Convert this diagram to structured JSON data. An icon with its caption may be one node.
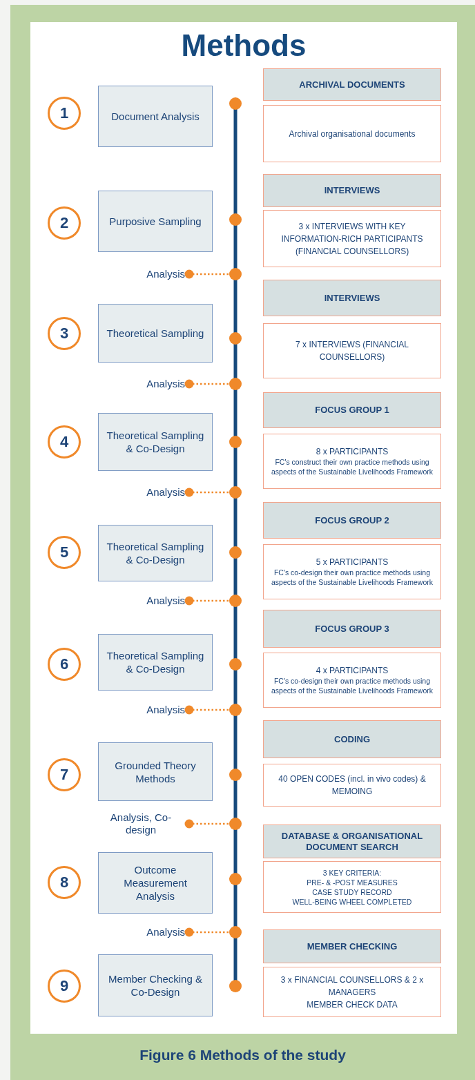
{
  "diagram": {
    "title": "Methods",
    "caption": "Figure 6 Methods of the study",
    "nodes": [
      {
        "text": [
          "1"
        ]
      },
      {
        "text": [
          "Document Analysis"
        ]
      },
      {
        "text": [
          "ARCHIVAL DOCUMENTS"
        ]
      },
      {
        "text": [
          "Archival organisational documents"
        ]
      },
      {
        "text": [
          "2"
        ]
      },
      {
        "text": [
          "Purposive Sampling"
        ]
      },
      {
        "text": [
          "INTERVIEWS"
        ]
      },
      {
        "text": [
          "3 x INTERVIEWS WITH KEY INFORMATION-RICH PARTICIPANTS (FINANCIAL COUNSELLORS)"
        ]
      },
      {
        "text": [
          "Analysis"
        ]
      },
      {
        "text": [],
        "shape": "circle"
      },
      {
        "text": [
          "3"
        ]
      },
      {
        "text": [
          "Theoretical Sampling"
        ]
      },
      {
        "text": [
          "INTERVIEWS"
        ]
      },
      {
        "text": [
          "7 x INTERVIEWS (FINANCIAL COUNSELLORS)"
        ]
      },
      {
        "text": [
          "Analysis"
        ]
      },
      {
        "text": [],
        "shape": "circle"
      },
      {
        "text": [
          "4"
        ]
      },
      {
        "text": [
          "Theoretical Sampling & Co-Design"
        ]
      },
      {
        "text": [
          "FOCUS GROUP 1"
        ]
      },
      {
        "text": [
          "8 x PARTICIPANTS",
          "FC's construct their own practice methods using aspects of the Sustainable Livelihoods Framework"
        ]
      },
      {
        "text": [
          "Analysis"
        ]
      },
      {
        "text": [],
        "shape": "circle"
      },
      {
        "text": [
          "5"
        ]
      },
      {
        "text": [
          "Theoretical Sampling & Co-Design"
        ]
      },
      {
        "text": [
          "FOCUS GROUP 2"
        ]
      },
      {
        "text": [
          "5 x PARTICIPANTS",
          "FC's co-design their own practice methods using aspects of the Sustainable Livelihoods Framework"
        ]
      },
      {
        "text": [
          "Analysis"
        ]
      },
      {
        "text": [],
        "shape": "circle"
      },
      {
        "text": [
          "6"
        ]
      },
      {
        "text": [
          "Theoretical Sampling & Co-Design"
        ]
      },
      {
        "text": [
          "FOCUS GROUP 3"
        ]
      },
      {
        "text": [
          "4 x PARTICIPANTS",
          "FC's co-design their own practice methods using aspects of the Sustainable Livelihoods Framework"
        ]
      },
      {
        "text": [
          "Analysis"
        ]
      },
      {
        "text": [],
        "shape": "circle"
      },
      {
        "text": [
          "7"
        ]
      },
      {
        "text": [
          "Grounded Theory Methods"
        ]
      },
      {
        "text": [
          "CODING"
        ]
      },
      {
        "text": [
          "40 OPEN CODES (incl. in vivo codes) & MEMOING"
        ]
      },
      {
        "text": [
          "Analysis, Co-design"
        ]
      },
      {
        "text": [],
        "shape": "circle"
      },
      {
        "text": [
          "8"
        ]
      },
      {
        "text": [
          "Outcome Measurement Analysis"
        ]
      },
      {
        "text": [
          "DATABASE & ORGANISATIONAL DOCUMENT SEARCH"
        ]
      },
      {
        "text": [
          "3 KEY CRITERIA:",
          "PRE- & -POST MEASURES",
          "CASE STUDY RECORD",
          "WELL-BEING WHEEL COMPLETED"
        ]
      },
      {
        "text": [
          "Analysis"
        ]
      },
      {
        "text": [],
        "shape": "circle"
      },
      {
        "text": [
          "9"
        ]
      },
      {
        "text": [
          "Member Checking & Co-Design"
        ]
      },
      {
        "text": [
          "MEMBER CHECKING"
        ]
      },
      {
        "text": [
          "3 x FINANCIAL COUNSELLORS & 2 x MANAGERS",
          "MEMBER CHECK DATA"
        ]
      }
    ],
    "edges": [
      {
        "from": 8,
        "to": 9,
        "arrow": "other",
        "style": "dashed"
      },
      {
        "from": 14,
        "to": 15,
        "arrow": "other",
        "style": "dashed"
      },
      {
        "from": 20,
        "to": 21,
        "arrow": "other",
        "style": "dashed"
      },
      {
        "from": 26,
        "to": 27,
        "arrow": "other",
        "style": "dashed"
      },
      {
        "from": 32,
        "to": 33,
        "arrow": "other",
        "style": "dashed"
      },
      {
        "from": 38,
        "to": 39,
        "arrow": "other",
        "style": "dashed"
      },
      {
        "from": 44,
        "to": 45,
        "arrow": "other",
        "style": "dashed"
      }
    ]
  }
}
